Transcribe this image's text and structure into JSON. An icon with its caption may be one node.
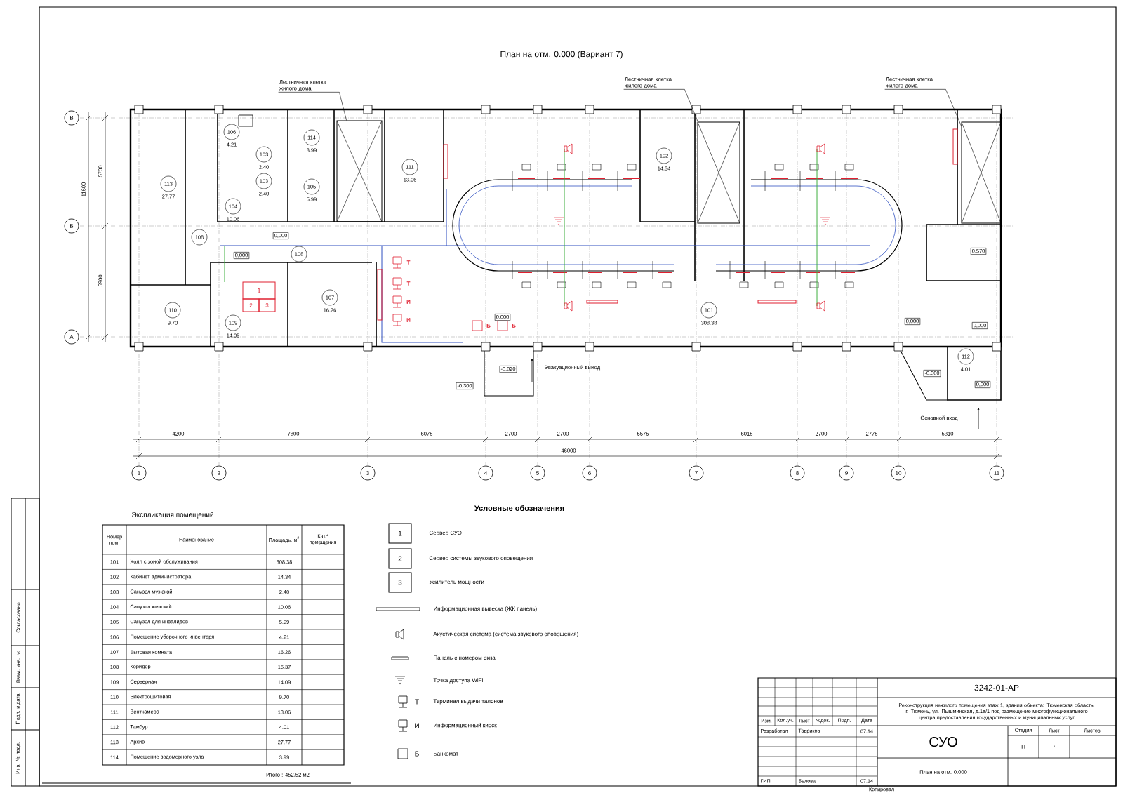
{
  "diagram": {
    "title": "План на отм. 0.000 (Вариант 7)",
    "nodes": [
      {
        "text": [
          "Лестничная клетка жилого дома"
        ]
      },
      {
        "text": [
          "Лестничная клетка жилого дома"
        ]
      },
      {
        "text": [
          "Лестничная клетка жилого дома"
        ]
      },
      {
        "text": [],
        "shape": "box"
      },
      {
        "text": [],
        "shape": "box"
      },
      {
        "text": [],
        "shape": "box"
      },
      {
        "text": [
          "113"
        ],
        "beside": [
          "27.77"
        ]
      },
      {
        "text": [
          "110"
        ],
        "beside": [
          "9.70"
        ]
      },
      {
        "text": [
          "108"
        ]
      },
      {
        "text": [
          "106"
        ],
        "beside": [
          "4.21"
        ]
      },
      {
        "text": [
          "103"
        ],
        "beside": [
          "2.40"
        ]
      },
      {
        "text": [
          "103"
        ],
        "beside": [
          "2.40"
        ]
      },
      {
        "text": [
          "104"
        ],
        "beside": [
          "10.06"
        ]
      },
      {
        "text": [
          "114"
        ],
        "beside": [
          "3.99"
        ]
      },
      {
        "text": [
          "105"
        ],
        "beside": [
          "5.99"
        ]
      },
      {
        "text": [
          "111"
        ],
        "beside": [
          "13.06"
        ]
      },
      {
        "text": [
          "108"
        ]
      },
      {
        "text": [
          "109"
        ],
        "beside": [
          "14.09"
        ]
      },
      {
        "text": [
          "107"
        ],
        "beside": [
          "16.26"
        ]
      },
      {
        "text": [
          "102"
        ],
        "beside": [
          "14.34"
        ]
      },
      {
        "text": [
          "101"
        ],
        "beside": [
          "308.38"
        ]
      },
      {
        "text": [
          "112"
        ],
        "beside": [
          "4.01"
        ]
      },
      {
        "text": [
          "1"
        ]
      },
      {
        "text": [
          "2"
        ]
      },
      {
        "text": [
          "3"
        ]
      },
      {
        "text": [
          "4"
        ]
      },
      {
        "text": [
          "5"
        ]
      },
      {
        "text": [
          "6"
        ]
      },
      {
        "text": [
          "7"
        ]
      },
      {
        "text": [
          "8"
        ]
      },
      {
        "text": [
          "9"
        ]
      },
      {
        "text": [
          "10"
        ]
      },
      {
        "text": [
          "11"
        ]
      },
      {
        "text": [
          "В"
        ]
      },
      {
        "text": [
          "Б"
        ]
      },
      {
        "text": [
          "А"
        ]
      },
      {
        "text": [
          "1"
        ]
      },
      {
        "text": [
          "2"
        ]
      },
      {
        "text": [
          "3"
        ]
      },
      {
        "text": [
          "1"
        ]
      },
      {
        "text": [
          "2"
        ]
      },
      {
        "text": [
          "3"
        ]
      }
    ],
    "edges": [
      {
        "from": 0,
        "to": 3,
        "arrow": "none"
      },
      {
        "from": 1,
        "to": 4,
        "arrow": "none"
      },
      {
        "from": 2,
        "to": 5,
        "arrow": "none"
      }
    ],
    "labels": [
      "Эвакуационный выход",
      "Основной вход",
      "4200",
      "7800",
      "6075",
      "2700",
      "2700",
      "5575",
      "6015",
      "2700",
      "2775",
      "5310",
      "46000",
      "11600",
      "5700",
      "5900",
      "0,000",
      "0,000",
      "0,000",
      "-0,020",
      "-0,300",
      "0,000",
      "0,000",
      "0,000",
      "-0,300",
      "0,570",
      "Т",
      "Т",
      "И",
      "И",
      "Б",
      "Б",
      "Экспликация помещений",
      "Номер пом.",
      "Наименование",
      "Площадь, м$^{2}$",
      "Кат.* помещения",
      "101",
      "Холл с зоной обслуживания",
      "308.38",
      "102",
      "Кабинет администратора",
      "14.34",
      "103",
      "Санузел мужской",
      "2.40",
      "104",
      "Санузел женский",
      "10.06",
      "105",
      "Санузел для инвалидов",
      "5.99",
      "106",
      "Помещение уборочного инвентаря",
      "4.21",
      "107",
      "Бытовая комната",
      "16.26",
      "108",
      "Коридор",
      "15.37",
      "109",
      "Серверная",
      "14.09",
      "110",
      "Электрощитовая",
      "9.70",
      "111",
      "Венткамера",
      "13.06",
      "112",
      "Тамбур",
      "4.01",
      "113",
      "Архив",
      "27.77",
      "114",
      "Помещение водомерного узла",
      "3.99",
      "Итого : 452.52 м2",
      "Условные обозначения",
      "Т",
      "И",
      "Б",
      "3242-01-АР",
      "Реконструкция нежилого помещения этаж 1, здания объекта: Тюменская область, г. Тюмень, ул. Пышминская, д.1а/1 под размещение многофункционального центра предоставления государственных и муниципальных услуг",
      "Изм.",
      "Кол.уч.",
      "Лист",
      "№док.",
      "Подп.",
      "Дата",
      "Разработал",
      "Тавриков",
      "07.14",
      "ГИП",
      "Белова",
      "07.14",
      "Копировал",
      "СУО",
      "План на отм. 0.000",
      "Стадия",
      "Лист",
      "Листов",
      "П",
      "-",
      "Согласовано",
      "Взам. инв. №",
      "Подп. и дата",
      "Инв. № подл."
    ],
    "legend": [
      {
        "text": "Сервер СУО"
      },
      {
        "text": "Сервер системы звукового оповещения"
      },
      {
        "text": "Усилитель мощности"
      },
      {
        "text": "Информационная вывеска (ЖК панель)"
      },
      {
        "text": "Акустическая система (система звукового оповещения)"
      },
      {
        "text": "Панель с номером окна"
      },
      {
        "text": "Точка доступа WiFi"
      },
      {
        "text": "Терминал выдачи талонов"
      },
      {
        "text": "Информационный киоск"
      },
      {
        "text": "Банкомат"
      }
    ]
  }
}
